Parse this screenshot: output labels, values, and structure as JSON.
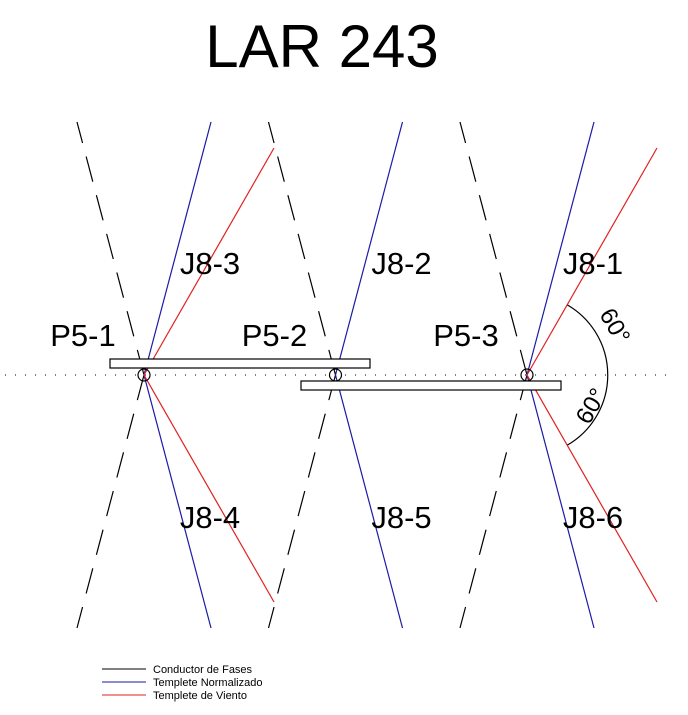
{
  "title": "LAR 243",
  "poles": [
    {
      "label": "P5-1",
      "top": "J8-3",
      "bottom": "J8-4",
      "wind": true
    },
    {
      "label": "P5-2",
      "top": "J8-2",
      "bottom": "J8-5",
      "wind": false
    },
    {
      "label": "P5-3",
      "top": "J8-1",
      "bottom": "J8-6",
      "wind": true
    }
  ],
  "angles": [
    "60°",
    "60°"
  ],
  "legend": [
    {
      "label": "Conductor de Fases",
      "color": "#000000"
    },
    {
      "label": "Templete Normalizado",
      "color": "#1a1aa8"
    },
    {
      "label": "Templete de Viento",
      "color": "#e02020"
    }
  ]
}
